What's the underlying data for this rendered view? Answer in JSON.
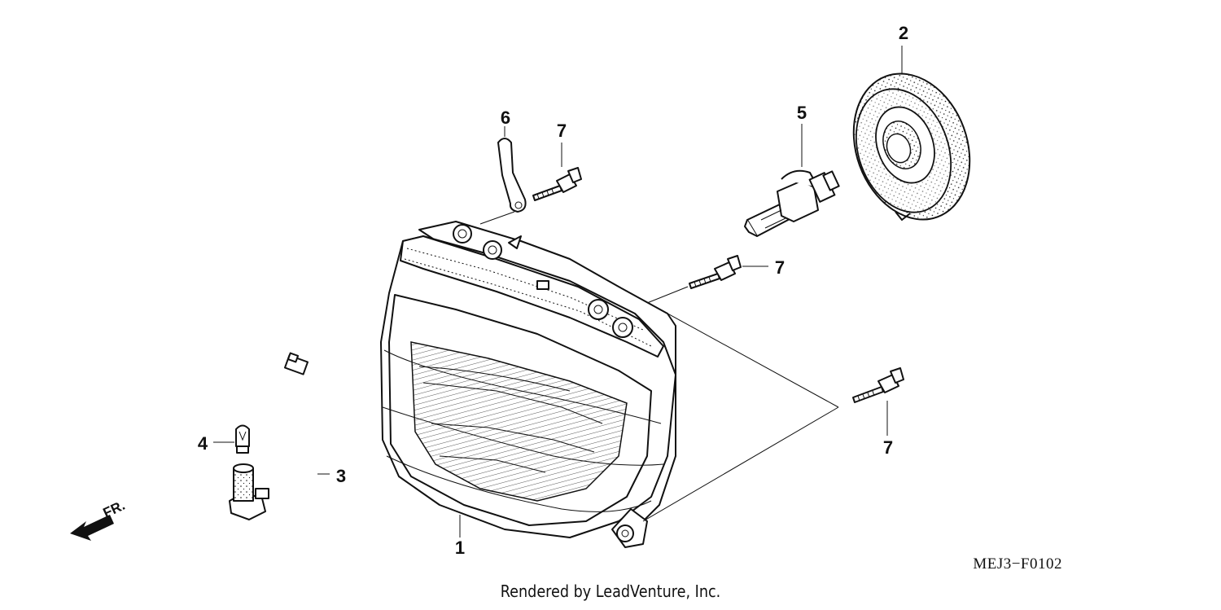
{
  "diagram": {
    "callouts": {
      "c1": "1",
      "c2": "2",
      "c3": "3",
      "c4": "4",
      "c5": "5",
      "c6": "6",
      "c7a": "7",
      "c7b": "7",
      "c7c": "7"
    },
    "direction_label": "FR.",
    "figure_code": "MEJ3−F0102",
    "credit": "Rendered by LeadVenture, Inc."
  }
}
